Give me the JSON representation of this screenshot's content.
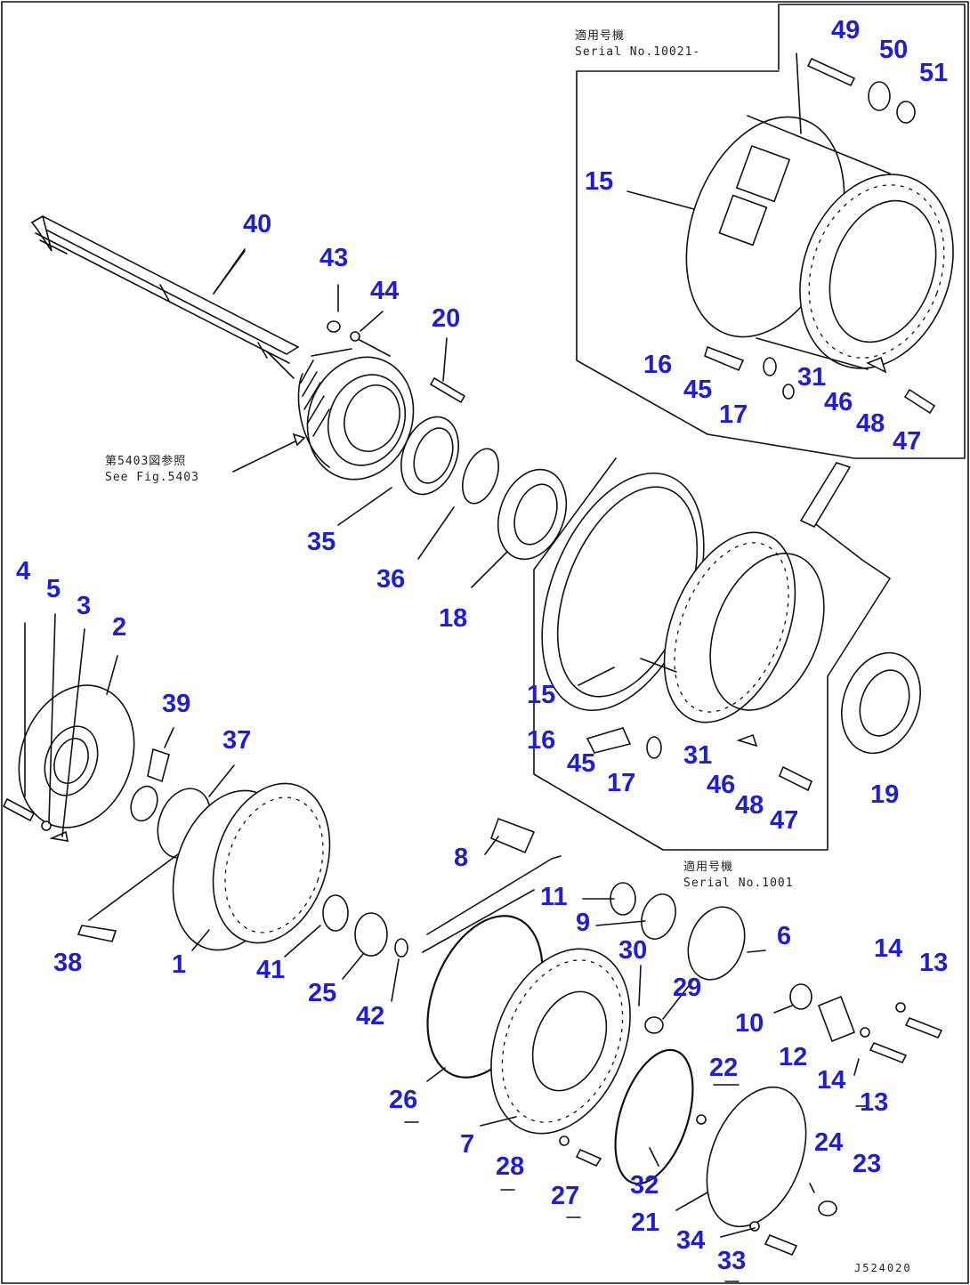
{
  "notes": {
    "applicable_top": [
      "適用号機",
      "Serial No.10021-"
    ],
    "applicable_bottom": [
      "適用号機",
      "Serial No.1001"
    ],
    "see_fig": [
      "第5403図参照",
      "See Fig.5403"
    ]
  },
  "drawing_code": "J524020",
  "callouts": [
    {
      "id": "c49",
      "text": "49"
    },
    {
      "id": "c50",
      "text": "50"
    },
    {
      "id": "c51",
      "text": "51"
    },
    {
      "id": "c15a",
      "text": "15"
    },
    {
      "id": "c40",
      "text": "40"
    },
    {
      "id": "c43",
      "text": "43"
    },
    {
      "id": "c44",
      "text": "44"
    },
    {
      "id": "c20",
      "text": "20"
    },
    {
      "id": "c16a",
      "text": "16"
    },
    {
      "id": "c45a",
      "text": "45"
    },
    {
      "id": "c31a",
      "text": "31"
    },
    {
      "id": "c17a",
      "text": "17"
    },
    {
      "id": "c46a",
      "text": "46"
    },
    {
      "id": "c48a",
      "text": "48"
    },
    {
      "id": "c47a",
      "text": "47"
    },
    {
      "id": "c35",
      "text": "35"
    },
    {
      "id": "c36",
      "text": "36"
    },
    {
      "id": "c18",
      "text": "18"
    },
    {
      "id": "c4",
      "text": "4"
    },
    {
      "id": "c5",
      "text": "5"
    },
    {
      "id": "c3",
      "text": "3"
    },
    {
      "id": "c2",
      "text": "2"
    },
    {
      "id": "c39",
      "text": "39"
    },
    {
      "id": "c37",
      "text": "37"
    },
    {
      "id": "c15b",
      "text": "15"
    },
    {
      "id": "c16b",
      "text": "16"
    },
    {
      "id": "c45b",
      "text": "45"
    },
    {
      "id": "c31b",
      "text": "31"
    },
    {
      "id": "c17b",
      "text": "17"
    },
    {
      "id": "c46b",
      "text": "46"
    },
    {
      "id": "c48b",
      "text": "48"
    },
    {
      "id": "c47b",
      "text": "47"
    },
    {
      "id": "c19",
      "text": "19"
    },
    {
      "id": "c8",
      "text": "8"
    },
    {
      "id": "c11",
      "text": "11"
    },
    {
      "id": "c9",
      "text": "9"
    },
    {
      "id": "c6",
      "text": "6"
    },
    {
      "id": "c30",
      "text": "30"
    },
    {
      "id": "c29",
      "text": "29"
    },
    {
      "id": "c14a",
      "text": "14"
    },
    {
      "id": "c13a",
      "text": "13"
    },
    {
      "id": "c38",
      "text": "38"
    },
    {
      "id": "c1",
      "text": "1"
    },
    {
      "id": "c41",
      "text": "41"
    },
    {
      "id": "c25",
      "text": "25"
    },
    {
      "id": "c42",
      "text": "42"
    },
    {
      "id": "c10",
      "text": "10"
    },
    {
      "id": "c12",
      "text": "12"
    },
    {
      "id": "c14b",
      "text": "14"
    },
    {
      "id": "c13b",
      "text": "13"
    },
    {
      "id": "c26",
      "text": "26"
    },
    {
      "id": "c22",
      "text": "22"
    },
    {
      "id": "c24",
      "text": "24"
    },
    {
      "id": "c23",
      "text": "23"
    },
    {
      "id": "c7",
      "text": "7"
    },
    {
      "id": "c28",
      "text": "28"
    },
    {
      "id": "c27",
      "text": "27"
    },
    {
      "id": "c32",
      "text": "32"
    },
    {
      "id": "c21",
      "text": "21"
    },
    {
      "id": "c34",
      "text": "34"
    },
    {
      "id": "c33",
      "text": "33"
    }
  ]
}
